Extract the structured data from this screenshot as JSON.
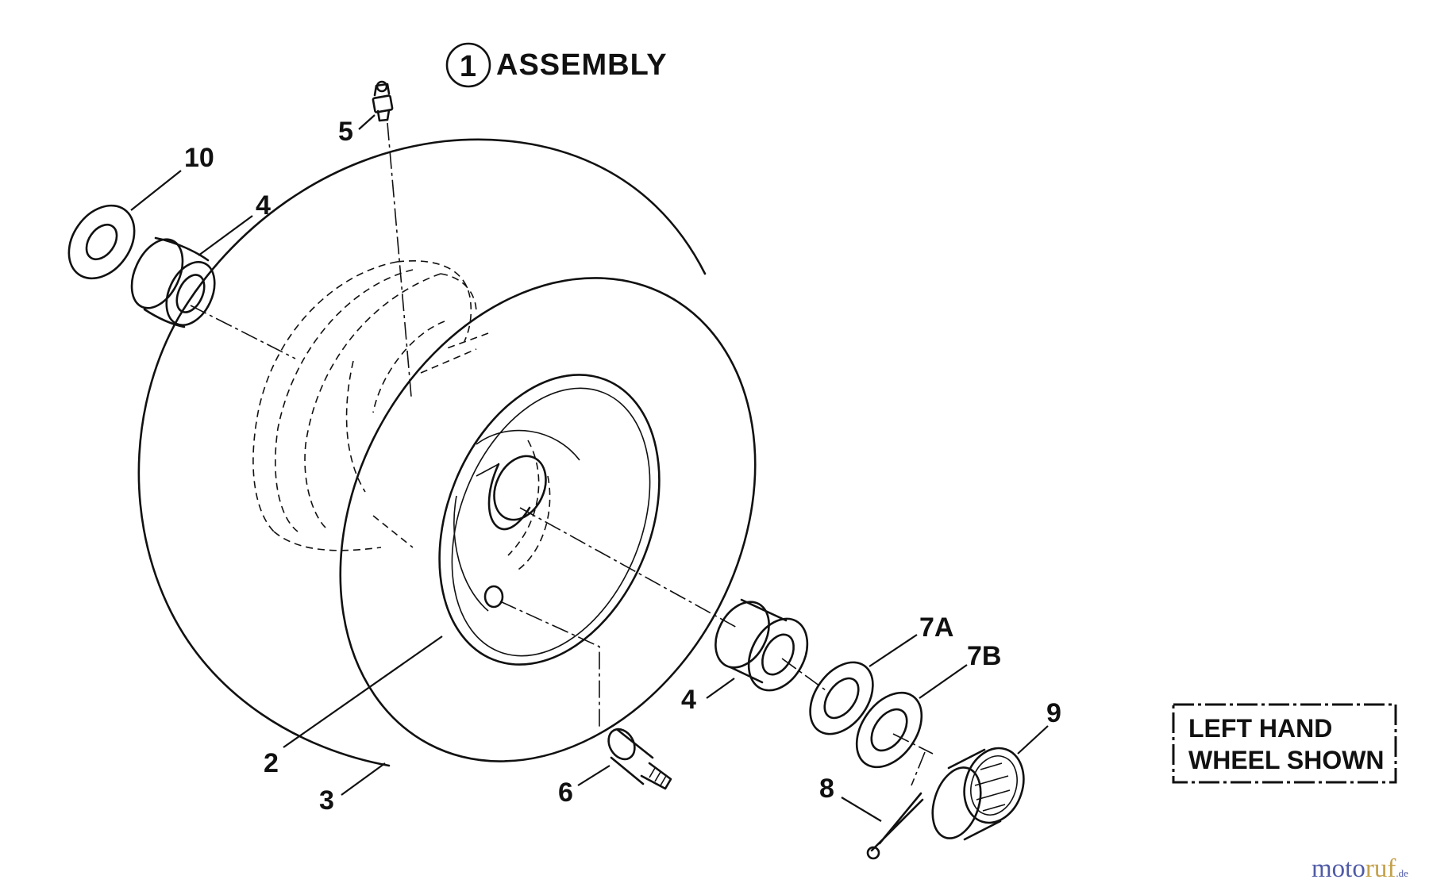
{
  "title": {
    "circle_number": "1",
    "label": "ASSEMBLY"
  },
  "note": {
    "line1": "LEFT HAND",
    "line2": "WHEEL SHOWN"
  },
  "callouts": [
    {
      "id": "c10",
      "label": "10"
    },
    {
      "id": "c4a",
      "label": "4"
    },
    {
      "id": "c5",
      "label": "5"
    },
    {
      "id": "c4b",
      "label": "4"
    },
    {
      "id": "c7a",
      "label": "7A"
    },
    {
      "id": "c7b",
      "label": "7B"
    },
    {
      "id": "c9",
      "label": "9"
    },
    {
      "id": "c2",
      "label": "2"
    },
    {
      "id": "c3",
      "label": "3"
    },
    {
      "id": "c6",
      "label": "6"
    },
    {
      "id": "c8",
      "label": "8"
    }
  ],
  "watermark": {
    "moto": "moto",
    "ruf": "ruf",
    "de": ".de"
  },
  "colors": {
    "ink": "#111111",
    "background": "#ffffff",
    "watermark_blue": "#4f5aa6",
    "watermark_gold": "#c3a04a"
  }
}
